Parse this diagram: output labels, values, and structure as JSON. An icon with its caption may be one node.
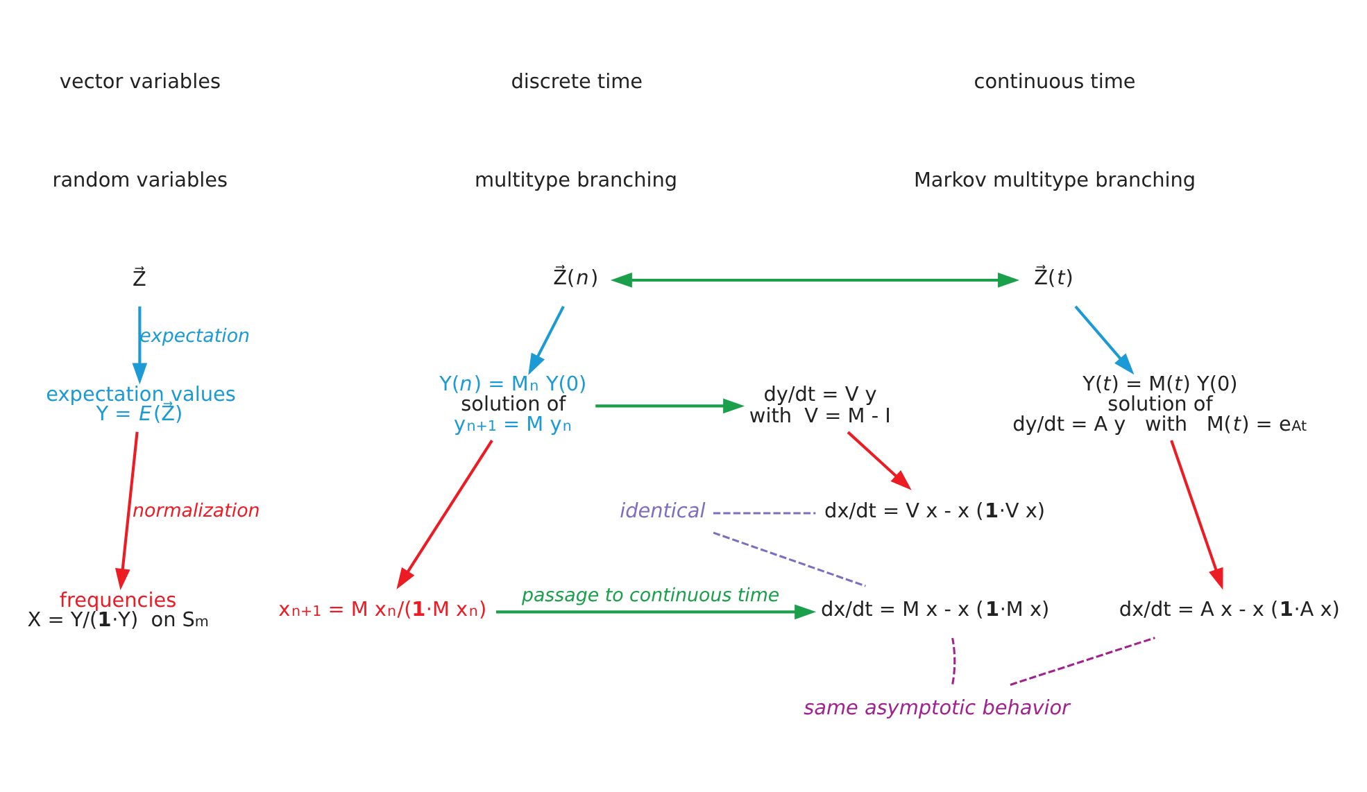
{
  "diagram": {
    "nodes": [
      {
        "text": [
          "Z⃗"
        ]
      },
      {
        "text": [
          "Z⃗(*n*)"
        ]
      },
      {
        "text": [
          "Z⃗(*t*)"
        ]
      },
      {
        "text": [
          "expectation values",
          "Y = *E*(Z⃗)"
        ]
      },
      {
        "text": [
          "Y(*n*) = M$^{n}$ Y(0)",
          "solution of",
          "y$_{n+1}$ = M y$_{n}$"
        ]
      },
      {
        "text": [
          "dy/dt = V y",
          "with  V = M - I"
        ]
      },
      {
        "text": [
          "Y(*t*) = M(*t*) Y(0)",
          "solution of",
          "dy/dt = A y   with   M(*t*) = e$^{At}$"
        ]
      },
      {
        "text": [
          "frequencies",
          "X = Y/(**1**·Y)  on S$_{m}$"
        ]
      },
      {
        "text": [
          "x$_{n+1}$ = M x$_{n}$/(**1**·M x$_{n}$)"
        ]
      },
      {
        "text": [
          "dx/dt = V x - x (**1**·V x)"
        ]
      },
      {
        "text": [
          "dx/dt = M x - x (**1**·M x)"
        ]
      },
      {
        "text": [
          "dx/dt = A x - x (**1**·A x)"
        ]
      },
      {
        "text": [
          "identical"
        ]
      },
      {
        "text": [
          "same asymptotic behavior"
        ]
      }
    ],
    "edges": [
      {
        "from": 1,
        "to": 2,
        "arrow": "both",
        "color": "#1aa04a"
      },
      {
        "from": 0,
        "to": 3,
        "arrow": "to",
        "label": "expectation",
        "color": "#1b9ad6"
      },
      {
        "from": 1,
        "to": 4,
        "arrow": "to",
        "color": "#1b9ad6"
      },
      {
        "from": 2,
        "to": 6,
        "arrow": "to",
        "color": "#1b9ad6"
      },
      {
        "from": 4,
        "to": 5,
        "arrow": "to",
        "color": "#1aa04a"
      },
      {
        "from": 3,
        "to": 7,
        "arrow": "to",
        "label": "normalization",
        "color": "#ed1c24"
      },
      {
        "from": 4,
        "to": 8,
        "arrow": "to",
        "color": "#ed1c24"
      },
      {
        "from": 5,
        "to": 9,
        "arrow": "to",
        "color": "#ed1c24"
      },
      {
        "from": 6,
        "to": 11,
        "arrow": "to",
        "color": "#ed1c24"
      },
      {
        "from": 8,
        "to": 10,
        "arrow": "to",
        "label": "passage to continuous time",
        "color": "#1aa04a"
      },
      {
        "from": 12,
        "to": 9,
        "arrow": "none",
        "style": "dashed",
        "color": "#7b6fc0"
      },
      {
        "from": 12,
        "to": 10,
        "arrow": "none",
        "style": "dashed",
        "color": "#7b6fc0"
      },
      {
        "from": 13,
        "to": 10,
        "arrow": "none",
        "style": "dashed",
        "color": "#a0228f"
      },
      {
        "from": 13,
        "to": 11,
        "arrow": "none",
        "style": "dashed",
        "color": "#a0228f"
      }
    ],
    "labels": [
      "vector variables",
      "discrete time",
      "continuous time",
      "random variables",
      "multitype branching",
      "Markov multitype branching"
    ]
  }
}
